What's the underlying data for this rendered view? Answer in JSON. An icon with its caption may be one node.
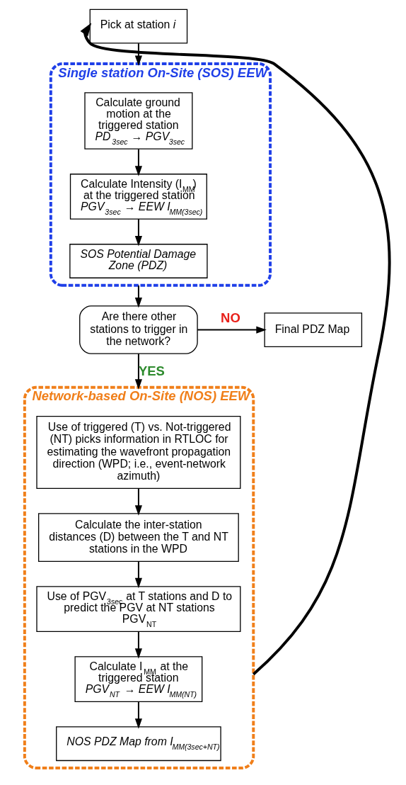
{
  "diagram": {
    "nodes": [
      {
        "text": [
          "Pick at station *i*"
        ]
      },
      {
        "text": [
          "Single station On-Site (SOS) EEW"
        ]
      },
      {
        "text": [
          "Calculate ground motion at the triggered station",
          "PD$_{3sec}$ → PGV$_{3sec}$"
        ],
        "in": 1
      },
      {
        "text": [
          "Calculate Intensity (I$_{MM}$) at the triggered station",
          "PGV$_{3sec}$ → EEW I$_{MM(3sec)}$"
        ],
        "in": 1
      },
      {
        "text": [
          "SOS Potential Damage Zone (PDZ)"
        ],
        "in": 1
      },
      {
        "text": [
          "Are there other stations to trigger in the network?"
        ]
      },
      {
        "text": [
          "Final PDZ Map"
        ]
      },
      {
        "text": [
          "Network-based On-Site (NOS) EEW"
        ]
      },
      {
        "text": [
          "Use of triggered (T) vs. Not-triggered (NT) picks information in RTLOC for estimating the wavefront propagation direction (WPD; i.e., event-network azimuth)"
        ],
        "in": 7
      },
      {
        "text": [
          "Calculate the inter-station distances (D) between the T and NT stations in the WPD"
        ],
        "in": 7
      },
      {
        "text": [
          "Use of PGV$_{3sec}$ at T stations and D to predict the PGV at NT stations",
          "PGV$_{NT}$"
        ],
        "in": 7
      },
      {
        "text": [
          "Calculate I$_{MM}$ at the triggered station",
          "PGV$_{NT}$ → EEW I$_{MM(NT)}$"
        ],
        "in": 7
      },
      {
        "text": [
          "NOS PDZ Map from I$_{MM(3sec+NT)}$"
        ],
        "in": 7
      }
    ],
    "edges": [
      {
        "from": 0,
        "to": 1,
        "arrow": "to"
      },
      {
        "from": 2,
        "to": 3,
        "arrow": "to"
      },
      {
        "from": 3,
        "to": 4,
        "arrow": "to"
      },
      {
        "from": 1,
        "to": 5,
        "arrow": "to"
      },
      {
        "from": 5,
        "to": 6,
        "arrow": "to",
        "label": "NO"
      },
      {
        "from": 5,
        "to": 7,
        "arrow": "to",
        "label": "YES"
      },
      {
        "from": 8,
        "to": 9,
        "arrow": "to"
      },
      {
        "from": 9,
        "to": 10,
        "arrow": "to"
      },
      {
        "from": 10,
        "to": 11,
        "arrow": "to"
      },
      {
        "from": 11,
        "to": 12,
        "arrow": "to"
      },
      {
        "from": 7,
        "to": 0,
        "arrow": "to",
        "style": "thick"
      }
    ]
  }
}
